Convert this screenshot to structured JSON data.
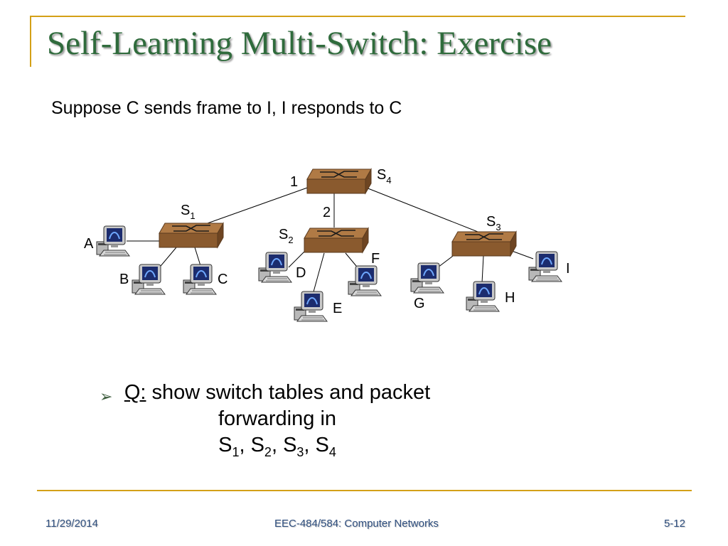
{
  "slide": {
    "title": "Self-Learning Multi-Switch: Exercise",
    "subtitle": "Suppose C sends frame to I, I responds to C",
    "bullet": {
      "prefix": "Q:",
      "text": "show switch tables and packet forwarding in",
      "line2": "S1, S2, S3, S4"
    },
    "footer": {
      "date": "11/29/2014",
      "course": "EEC-484/584: Computer Networks",
      "page": "5-12"
    },
    "accent_color": "#d4a017",
    "title_color": "#2f6b3c"
  },
  "diagram": {
    "switches": [
      {
        "id": "S4",
        "base": "S",
        "sub": "4"
      },
      {
        "id": "S1",
        "base": "S",
        "sub": "1"
      },
      {
        "id": "S2",
        "base": "S",
        "sub": "2"
      },
      {
        "id": "S3",
        "base": "S",
        "sub": "3"
      }
    ],
    "hosts": [
      "A",
      "B",
      "C",
      "D",
      "E",
      "F",
      "G",
      "H",
      "I"
    ],
    "port_labels": [
      "1",
      "2"
    ],
    "links": [
      [
        "S4",
        "S1"
      ],
      [
        "S4",
        "S2"
      ],
      [
        "S4",
        "S3"
      ],
      [
        "S1",
        "A"
      ],
      [
        "S1",
        "B"
      ],
      [
        "S1",
        "C"
      ],
      [
        "S2",
        "D"
      ],
      [
        "S2",
        "E"
      ],
      [
        "S2",
        "F"
      ],
      [
        "S3",
        "G"
      ],
      [
        "S3",
        "H"
      ],
      [
        "S3",
        "I"
      ]
    ],
    "icons": {
      "switch": "switch-icon",
      "host": "computer-icon"
    }
  }
}
